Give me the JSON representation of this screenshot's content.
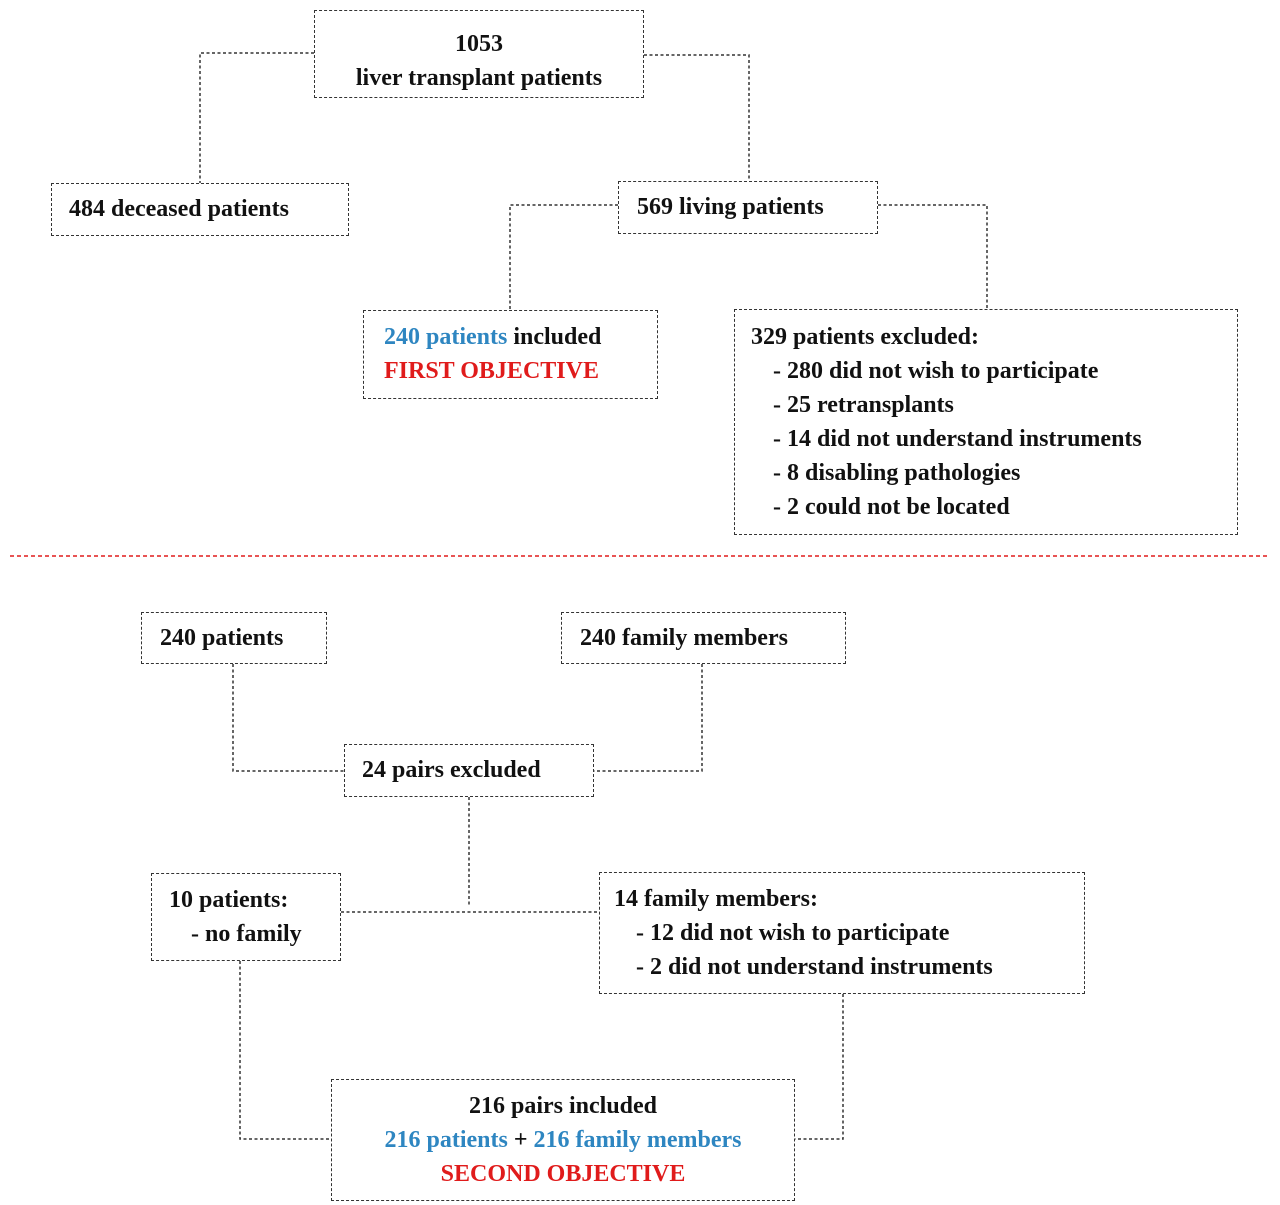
{
  "boxes": {
    "total": {
      "lines": [
        "1053",
        "liver transplant  patients"
      ]
    },
    "deceased": {
      "text": "484 deceased patients"
    },
    "living": {
      "text": "569 living  patients"
    },
    "included": {
      "count_text": "240 patients",
      "suffix": " included",
      "objective": "FIRST OBJECTIVE"
    },
    "excluded": {
      "heading": "329 patients excluded:",
      "items": [
        "- 280 did  not  wish  to participate",
        "- 25 retransplants",
        "- 14 did  not  understand  instruments",
        "- 8 disabling  pathologies",
        "- 2 could  not be located"
      ]
    },
    "patients_240": {
      "text": "240 patients"
    },
    "family_240": {
      "text": "240 family  members"
    },
    "pairs_excluded": {
      "text": "24 pairs  excluded"
    },
    "no_family": {
      "heading": "10 patients:",
      "items": [
        "- no family"
      ]
    },
    "family_14": {
      "heading": "14 family  members:",
      "items": [
        "- 12 did not  wish  to participate",
        "- 2 did  not  understand  instruments"
      ]
    },
    "final": {
      "heading": "216 pairs  included",
      "patients": "216 patients",
      "plus": " + ",
      "family": "216 family  members",
      "objective": "SECOND OBJECTIVE"
    }
  },
  "colors": {
    "text": "#111111",
    "accent_blue": "#2e86c1",
    "accent_red": "#e01b1b",
    "connector": "#333333",
    "divider": "#e01b1b"
  }
}
